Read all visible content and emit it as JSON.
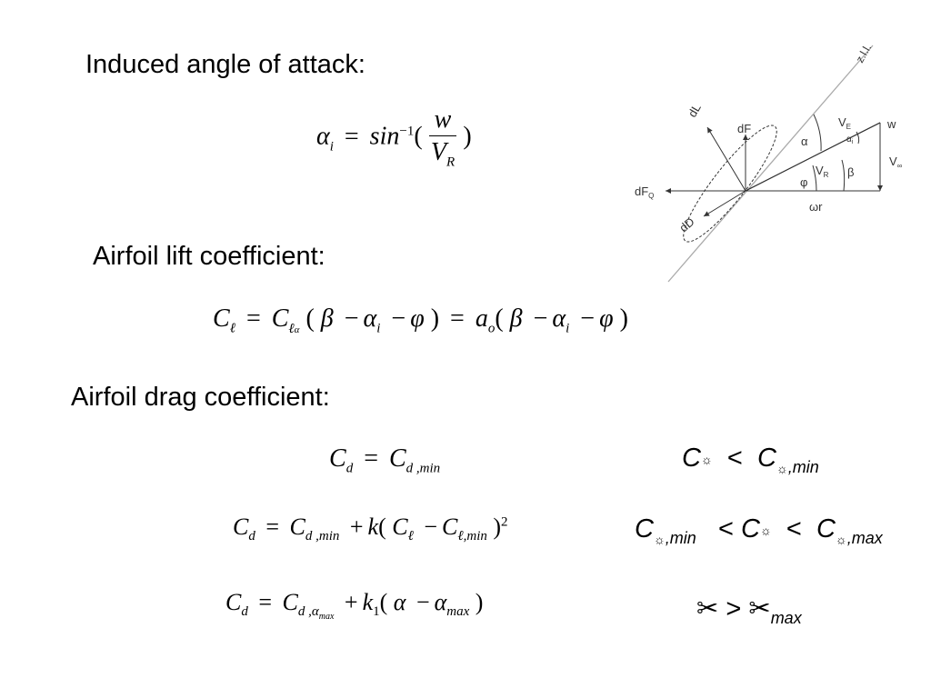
{
  "headings": {
    "induced": "Induced angle of attack:",
    "lift": "Airfoil lift coefficient:",
    "drag": "Airfoil drag coefficient:"
  },
  "equations": {
    "induced": {
      "alpha": "α",
      "alpha_sub": "i",
      "sin": "sin",
      "sin_sup": "−1",
      "open": "(",
      "num": "w",
      "den": "V",
      "den_sub": "R",
      "close": ")"
    },
    "lift": {
      "C": "C",
      "ell": "ℓ",
      "alpha": "α",
      "beta": "β",
      "phi": "φ",
      "i": "i",
      "a": "a",
      "o": "o"
    },
    "drag1": {
      "lhs_sub": "d",
      "rhs_sub": "d ,min"
    },
    "drag2": {
      "lhs_sub": "d",
      "rhs_sub": "d ,min",
      "k": "k",
      "ell_min": "ℓ,min",
      "power": "2"
    },
    "drag3": {
      "lhs_sub": "d",
      "rhs_sub1": "d ,",
      "rhs_sub2": "max",
      "k1": "k",
      "k1_sub": "1",
      "max": "max"
    }
  },
  "conditions": {
    "c1": {
      "C": "C",
      "min_sub": ",min",
      "lt": "<"
    },
    "c2": {
      "C": "C",
      "min_sub": ",min",
      "max_sub": ",max",
      "lt": "<"
    },
    "c3": {
      "gt": ">",
      "max_sub": "max"
    }
  },
  "diagram": {
    "labels": {
      "zll": "z.l.l.",
      "dL": "dL",
      "dF": "dF",
      "VE": "V",
      "VE_sub": "E",
      "w": "w",
      "alpha": "α",
      "alpha_i": "α",
      "alpha_i_sub": "i",
      "Vinf": "V",
      "Vinf_sub": "∞",
      "VR": "V",
      "VR_sub": "R",
      "beta": "β",
      "phi": "φ",
      "dFQ": "dF",
      "dFQ_sub": "Q",
      "dD": "dD",
      "omega_r": "ωr"
    }
  }
}
